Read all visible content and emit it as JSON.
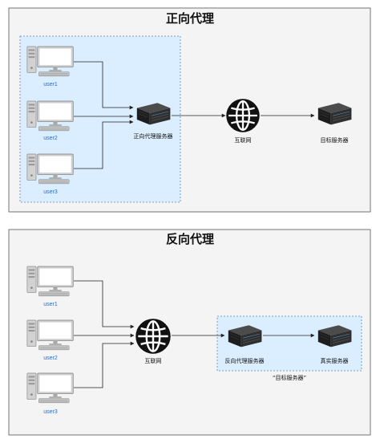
{
  "forward": {
    "title": "正向代理",
    "users": [
      "user1",
      "user2",
      "user3"
    ],
    "proxy_label": "正向代理服务器",
    "internet_label": "互联网",
    "target_label": "目标服务器"
  },
  "reverse": {
    "title": "反向代理",
    "users": [
      "user1",
      "user2",
      "user3"
    ],
    "internet_label": "互联网",
    "proxy_label": "反向代理服务器",
    "real_label": "真实服务器",
    "group_note": "“目标服务器”"
  },
  "colors": {
    "panel_bg": "#f4f4f4",
    "panel_border": "#555555",
    "group_bg": "#dbeeff",
    "group_border": "#5b86b5",
    "line": "#222222",
    "user_label": "#2a6bd1"
  }
}
